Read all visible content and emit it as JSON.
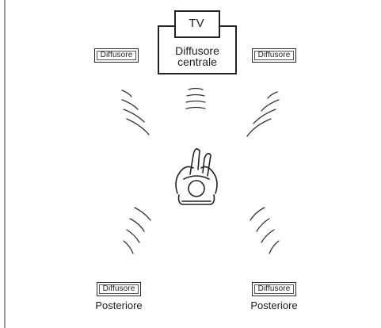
{
  "tv": {
    "screen_label": "TV",
    "center_line1": "Diffusore",
    "center_line2": "centrale"
  },
  "front_left": {
    "label": "Diffusore"
  },
  "front_right": {
    "label": "Diffusore"
  },
  "rear_left": {
    "label": "Diffusore",
    "caption": "Posteriore"
  },
  "rear_right": {
    "label": "Diffusore",
    "caption": "Posteriore"
  },
  "colors": {
    "ink": "#1d1d1d",
    "background": "#ffffff"
  }
}
